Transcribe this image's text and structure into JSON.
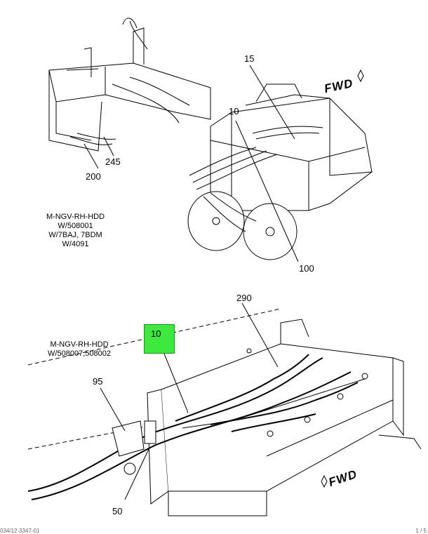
{
  "callouts": {
    "c15": "15",
    "c10_top": "10",
    "c245": "245",
    "c200": "200",
    "c100": "100",
    "c290": "290",
    "c10_bottom": "10",
    "c95": "95",
    "c50": "50"
  },
  "notes": {
    "upper": [
      "M-NGV-RH-HDD",
      "W/508001",
      "W/7BAJ, 7BDM",
      "W/4091"
    ],
    "lower": [
      "M-NGV-RH-HDD",
      "W/508007,508002"
    ]
  },
  "fwd_top": "FWD",
  "fwd_bottom": "FWD",
  "footer": {
    "left": "034/12-3347-01",
    "right": "1 / 5"
  },
  "colors": {
    "highlight": "#3ee83e",
    "line": "#000000"
  }
}
